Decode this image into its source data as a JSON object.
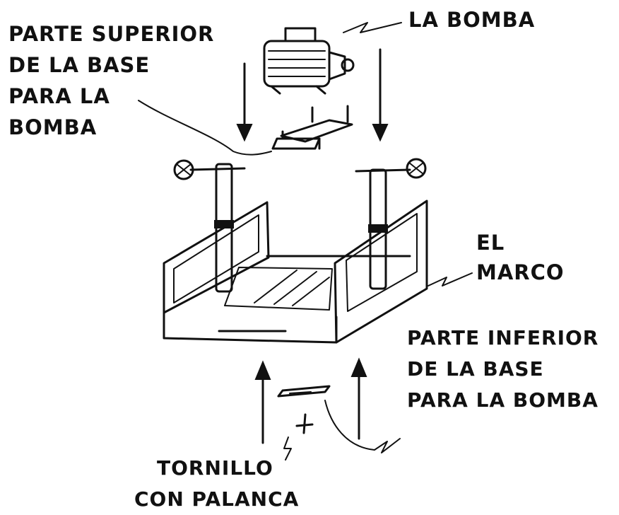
{
  "labels": {
    "top_plate": [
      "PARTE SUPERIOR",
      "DE LA BASE",
      "PARA LA",
      "BOMBA"
    ],
    "pump": [
      "LA BOMBA"
    ],
    "frame": [
      "EL",
      "MARCO"
    ],
    "bottom_plate": [
      "PARTE INFERIOR",
      "DE LA BASE",
      "PARA LA BOMBA"
    ],
    "screw": [
      "TORNILLO",
      "CON PALANCA"
    ]
  },
  "colors": {
    "ink": "#111111",
    "paper": "#ffffff"
  }
}
